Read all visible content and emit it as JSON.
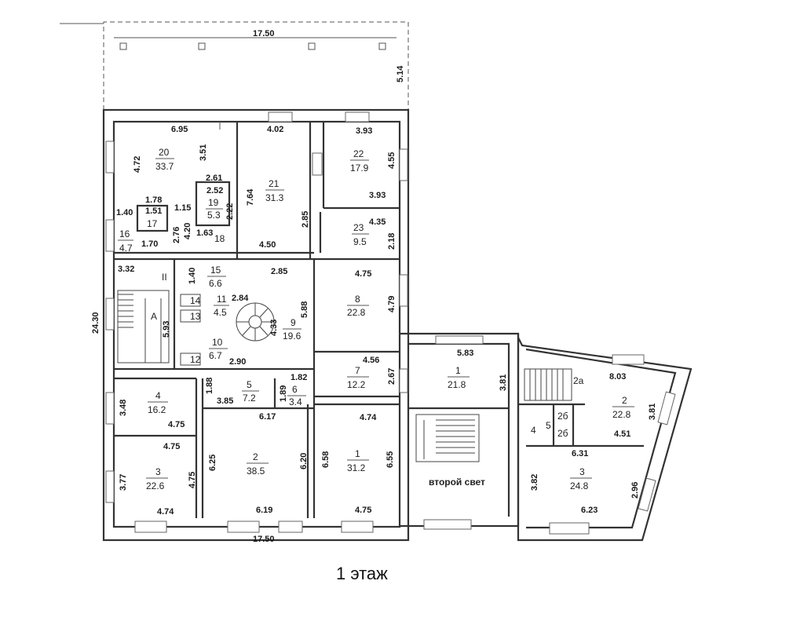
{
  "caption": "1 этаж",
  "labels": {
    "second_light": "второй свет",
    "roman_two": "II",
    "letter_a": "A",
    "room_2a": "2а"
  },
  "dimensions": {
    "top_width": "17.50",
    "top_depth": "5.14",
    "bottom_width": "17.50",
    "total_depth": "24.30",
    "r20_w": "6.95",
    "r20_h": "4.72",
    "r20_inner": "3.51",
    "r21_w": "4.02",
    "r21_h": "7.64",
    "r21_b": "4.50",
    "r21_c": "2.85",
    "r19_w": "2.52",
    "r19_h": "2.22",
    "d261": "2.61",
    "d178": "1.78",
    "d115": "1.15",
    "d140a": "1.40",
    "d151": "1.51",
    "d420": "4.20",
    "d276": "2.76",
    "d163": "1.63",
    "d170": "1.70",
    "r22_w": "3.93",
    "r22_h": "4.55",
    "r22_b": "3.93",
    "r23_w": "4.35",
    "r23_h": "2.18",
    "d332": "3.32",
    "d140b": "1.40",
    "d285": "2.85",
    "d284": "2.84",
    "d433": "4.33",
    "d588": "5.88",
    "d593": "5.93",
    "d290": "2.90",
    "r8_w": "4.75",
    "r8_h": "4.79",
    "r7_w": "4.56",
    "r7_h": "2.67",
    "d182": "1.82",
    "d189": "1.89",
    "d188": "1.88",
    "d385": "3.85",
    "d617": "6.17",
    "r4_h": "3.48",
    "r4_w": "4.75",
    "r3_top": "4.75",
    "r3_h": "3.77",
    "r3_r": "4.75",
    "r3_b": "4.74",
    "r2_l": "6.25",
    "r2_r": "6.20",
    "r2_b": "6.19",
    "r1_top": "4.74",
    "r1_l": "6.58",
    "r1_r": "6.55",
    "r1_b": "4.75",
    "e1_w": "5.83",
    "e1_h": "3.81",
    "e2_w": "8.03",
    "e2_h": "3.81",
    "e_451": "4.51",
    "e_631": "6.31",
    "e3_h": "3.82",
    "e3_r": "2.96",
    "e3_b": "6.23"
  },
  "rooms": [
    {
      "id": "20",
      "number": "20",
      "area": "33.7"
    },
    {
      "id": "21",
      "number": "21",
      "area": "31.3"
    },
    {
      "id": "19",
      "number": "19",
      "area": "5.3"
    },
    {
      "id": "17",
      "number": "17",
      "area": ""
    },
    {
      "id": "16",
      "number": "16",
      "area": "4.7"
    },
    {
      "id": "18",
      "number": "18",
      "area": ""
    },
    {
      "id": "22",
      "number": "22",
      "area": "17.9"
    },
    {
      "id": "23",
      "number": "23",
      "area": "9.5"
    },
    {
      "id": "15",
      "number": "15",
      "area": "6.6"
    },
    {
      "id": "11",
      "number": "11",
      "area": "4.5"
    },
    {
      "id": "14",
      "number": "14",
      "area": ""
    },
    {
      "id": "13",
      "number": "13",
      "area": ""
    },
    {
      "id": "12",
      "number": "12",
      "area": ""
    },
    {
      "id": "10",
      "number": "10",
      "area": "6.7"
    },
    {
      "id": "9",
      "number": "9",
      "area": "19.6"
    },
    {
      "id": "8",
      "number": "8",
      "area": "22.8"
    },
    {
      "id": "7",
      "number": "7",
      "area": "12.2"
    },
    {
      "id": "6",
      "number": "6",
      "area": "3.4"
    },
    {
      "id": "5",
      "number": "5",
      "area": "7.2"
    },
    {
      "id": "4",
      "number": "4",
      "area": "16.2"
    },
    {
      "id": "3",
      "number": "3",
      "area": "22.6"
    },
    {
      "id": "2",
      "number": "2",
      "area": "38.5"
    },
    {
      "id": "1",
      "number": "1",
      "area": "31.2"
    },
    {
      "id": "e1",
      "number": "1",
      "area": "21.8"
    },
    {
      "id": "e2",
      "number": "2",
      "area": "22.8"
    },
    {
      "id": "e3",
      "number": "3",
      "area": "24.8"
    },
    {
      "id": "e4",
      "number": "4",
      "area": ""
    },
    {
      "id": "e5",
      "number": "5",
      "area": ""
    },
    {
      "id": "e2b1",
      "number": "2б",
      "area": ""
    },
    {
      "id": "e2b2",
      "number": "2б",
      "area": ""
    }
  ]
}
